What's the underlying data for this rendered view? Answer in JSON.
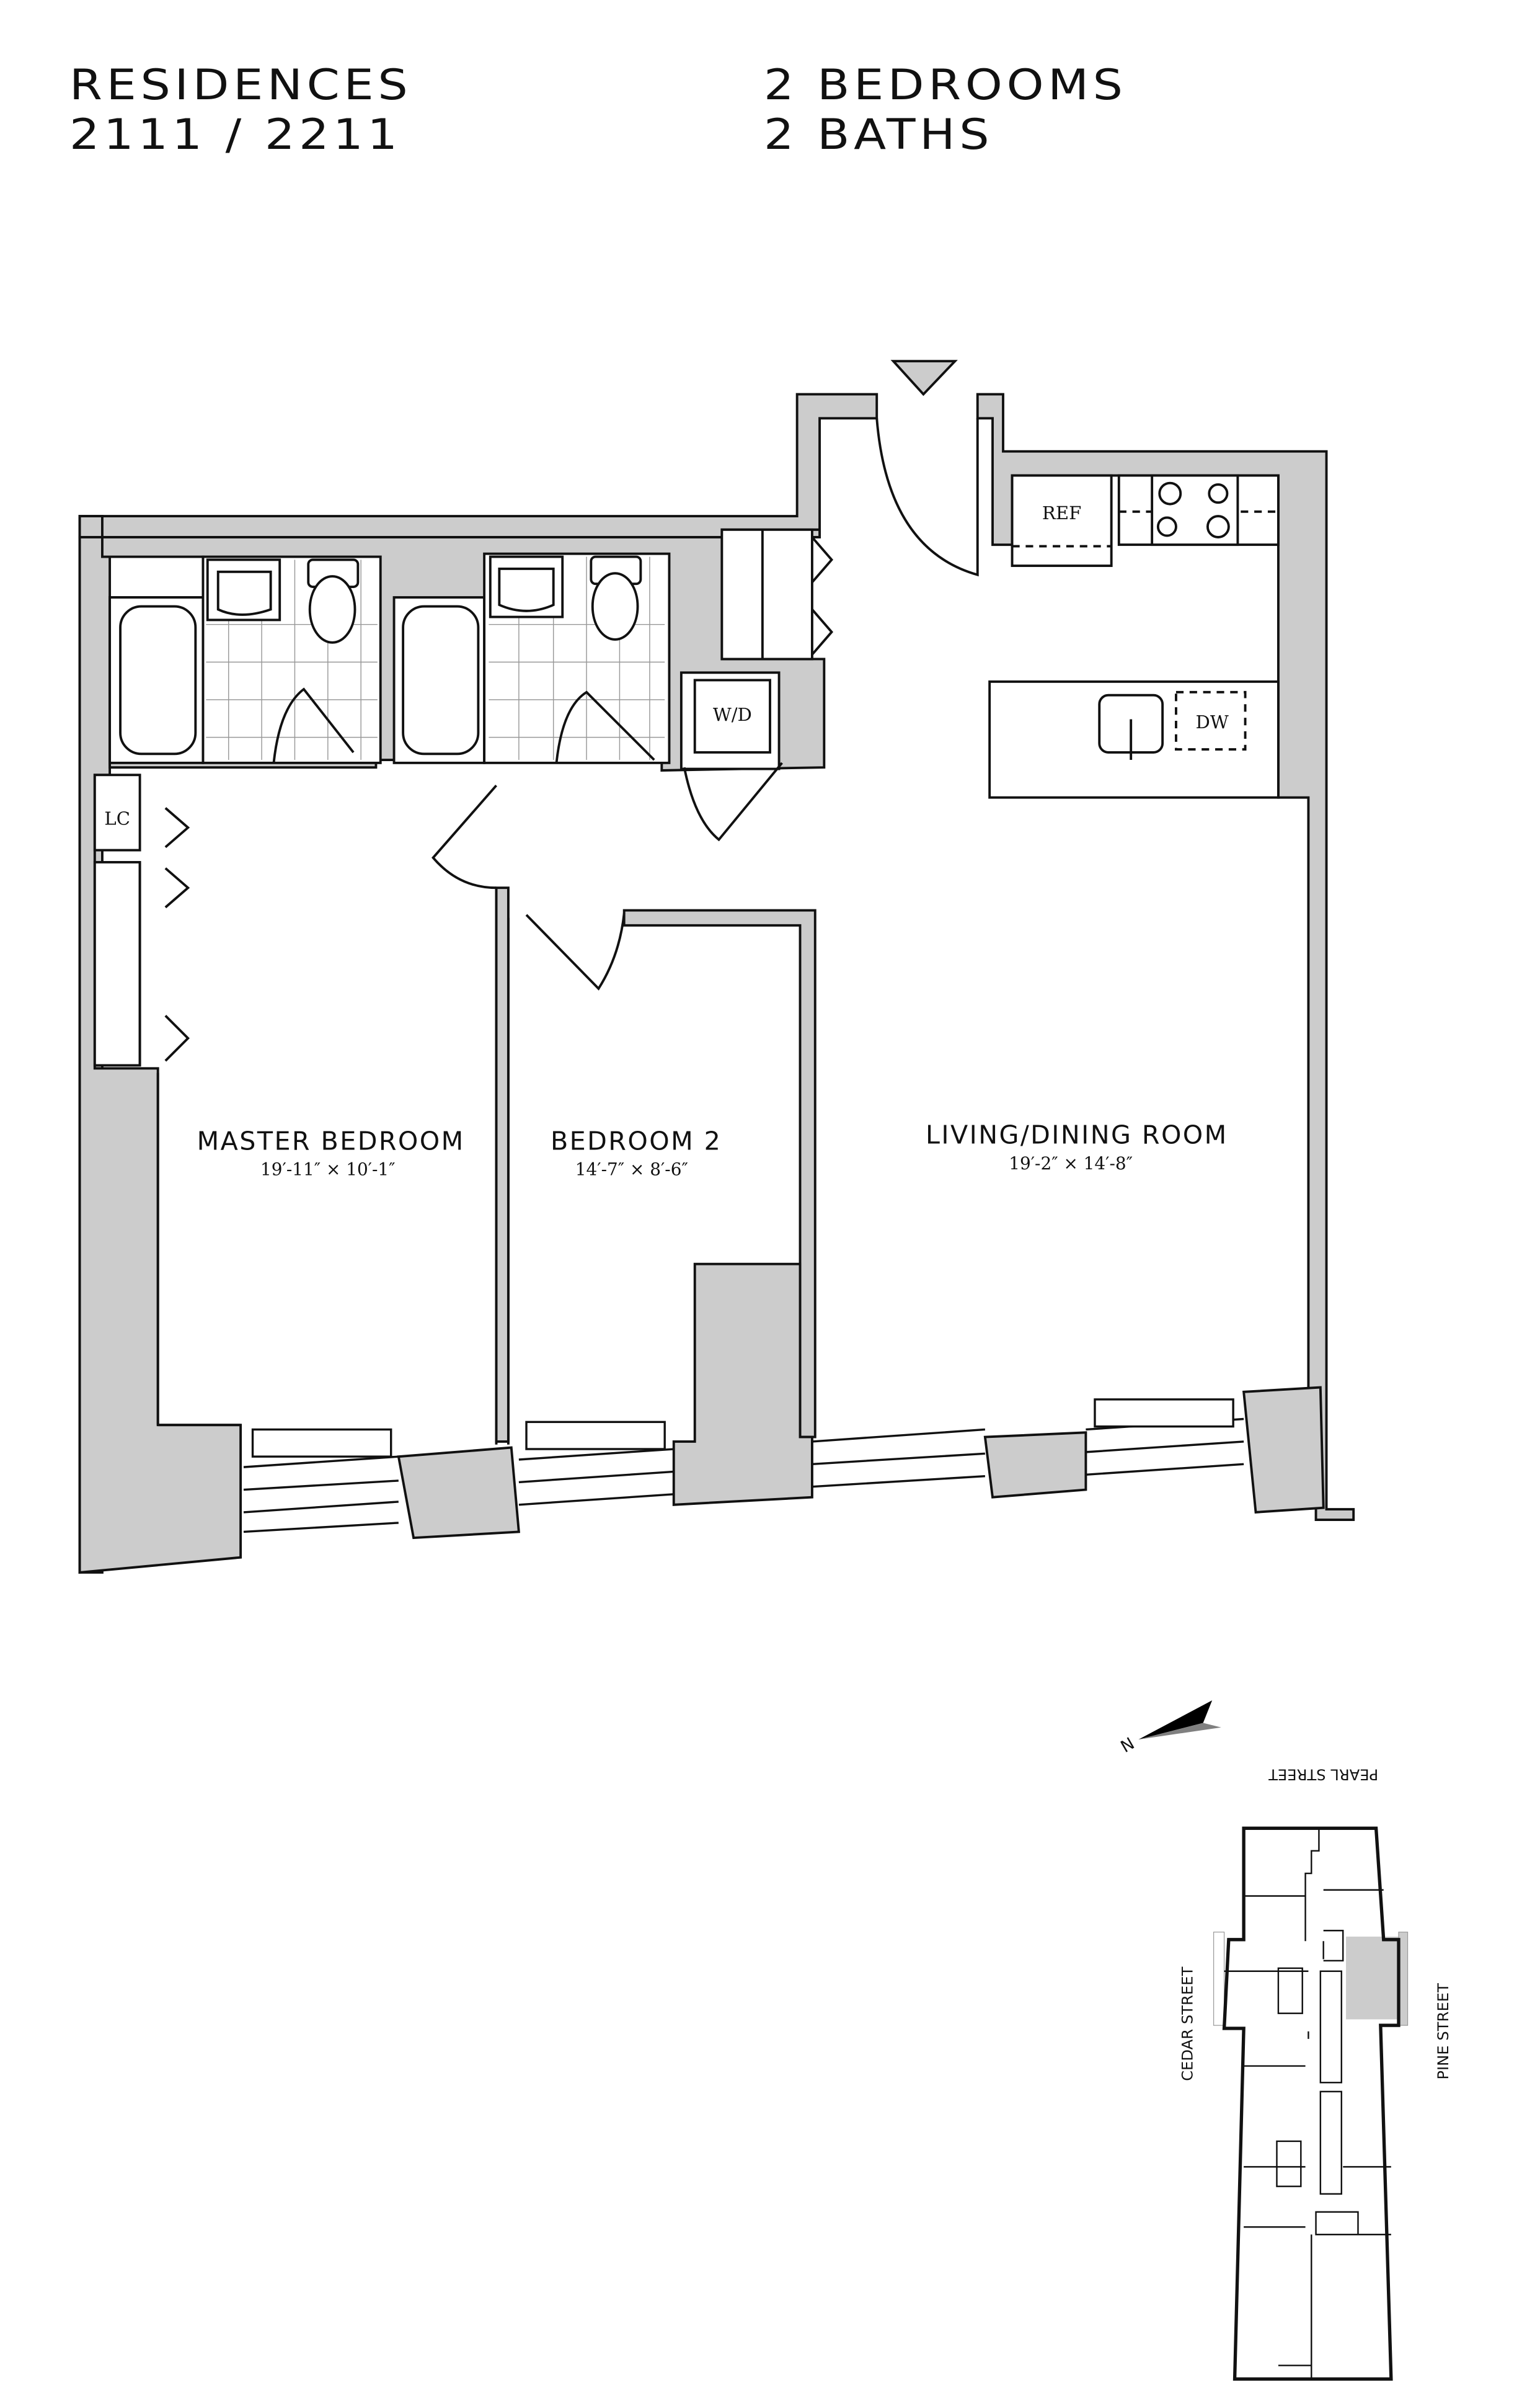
{
  "header": {
    "residence_label": "RESIDENCES",
    "residence_numbers": "2111 / 2211",
    "bedrooms": "2 BEDROOMS",
    "baths": "2 BATHS"
  },
  "rooms": [
    {
      "name": "MASTER BEDROOM",
      "dimensions": "19′-11″ × 10′-1″"
    },
    {
      "name": "BEDROOM 2",
      "dimensions": "14′-7″ × 8′-6″"
    },
    {
      "name": "LIVING/DINING ROOM",
      "dimensions": "19′-2″ × 14′-8″"
    }
  ],
  "fixtures": {
    "refrigerator": "REF",
    "dishwasher": "DW",
    "washer_dryer": "W/D",
    "linen_closet": "LC"
  },
  "compass": {
    "label": "N"
  },
  "key_plan": {
    "streets": {
      "top": "PEARL STREET",
      "left": "CEDAR STREET",
      "right": "PINE STREET"
    }
  },
  "colors": {
    "wall_fill": "#cccccc",
    "line": "#111111",
    "background": "#ffffff",
    "highlight": "#cccccc"
  }
}
